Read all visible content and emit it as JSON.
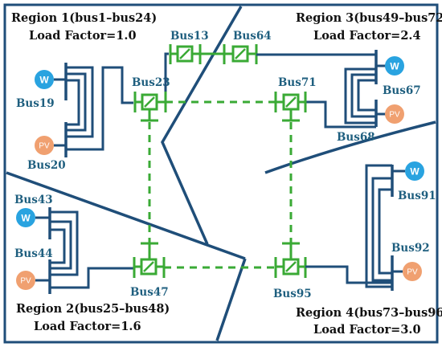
{
  "regions": [
    {
      "title": "Region 1(bus1–bus24)",
      "load": "Load Factor=1.0"
    },
    {
      "title": "Region 2(bus25–bus48)",
      "load": "Load Factor=1.6"
    },
    {
      "title": "Region 3(bus49–bus72)",
      "load": "Load Factor=2.4"
    },
    {
      "title": "Region 4(bus73–bus96)",
      "load": "Load Factor=3.0"
    }
  ],
  "buses": {
    "bus13": "Bus13",
    "bus64": "Bus64",
    "bus23": "Bus23",
    "bus71": "Bus71",
    "bus19": "Bus19",
    "bus20": "Bus20",
    "bus67": "Bus67",
    "bus68": "Bus68",
    "bus43": "Bus43",
    "bus44": "Bus44",
    "bus47": "Bus47",
    "bus95": "Bus95",
    "bus91": "Bus91",
    "bus92": "Bus92"
  },
  "generators": {
    "wind": "W",
    "pv": "PV"
  },
  "colors": {
    "line": "#1f4e79",
    "tie_line": "#3aaa35",
    "bus_label": "#1f5f7f",
    "wind": "#29a3e0",
    "pv": "#f0a070"
  }
}
